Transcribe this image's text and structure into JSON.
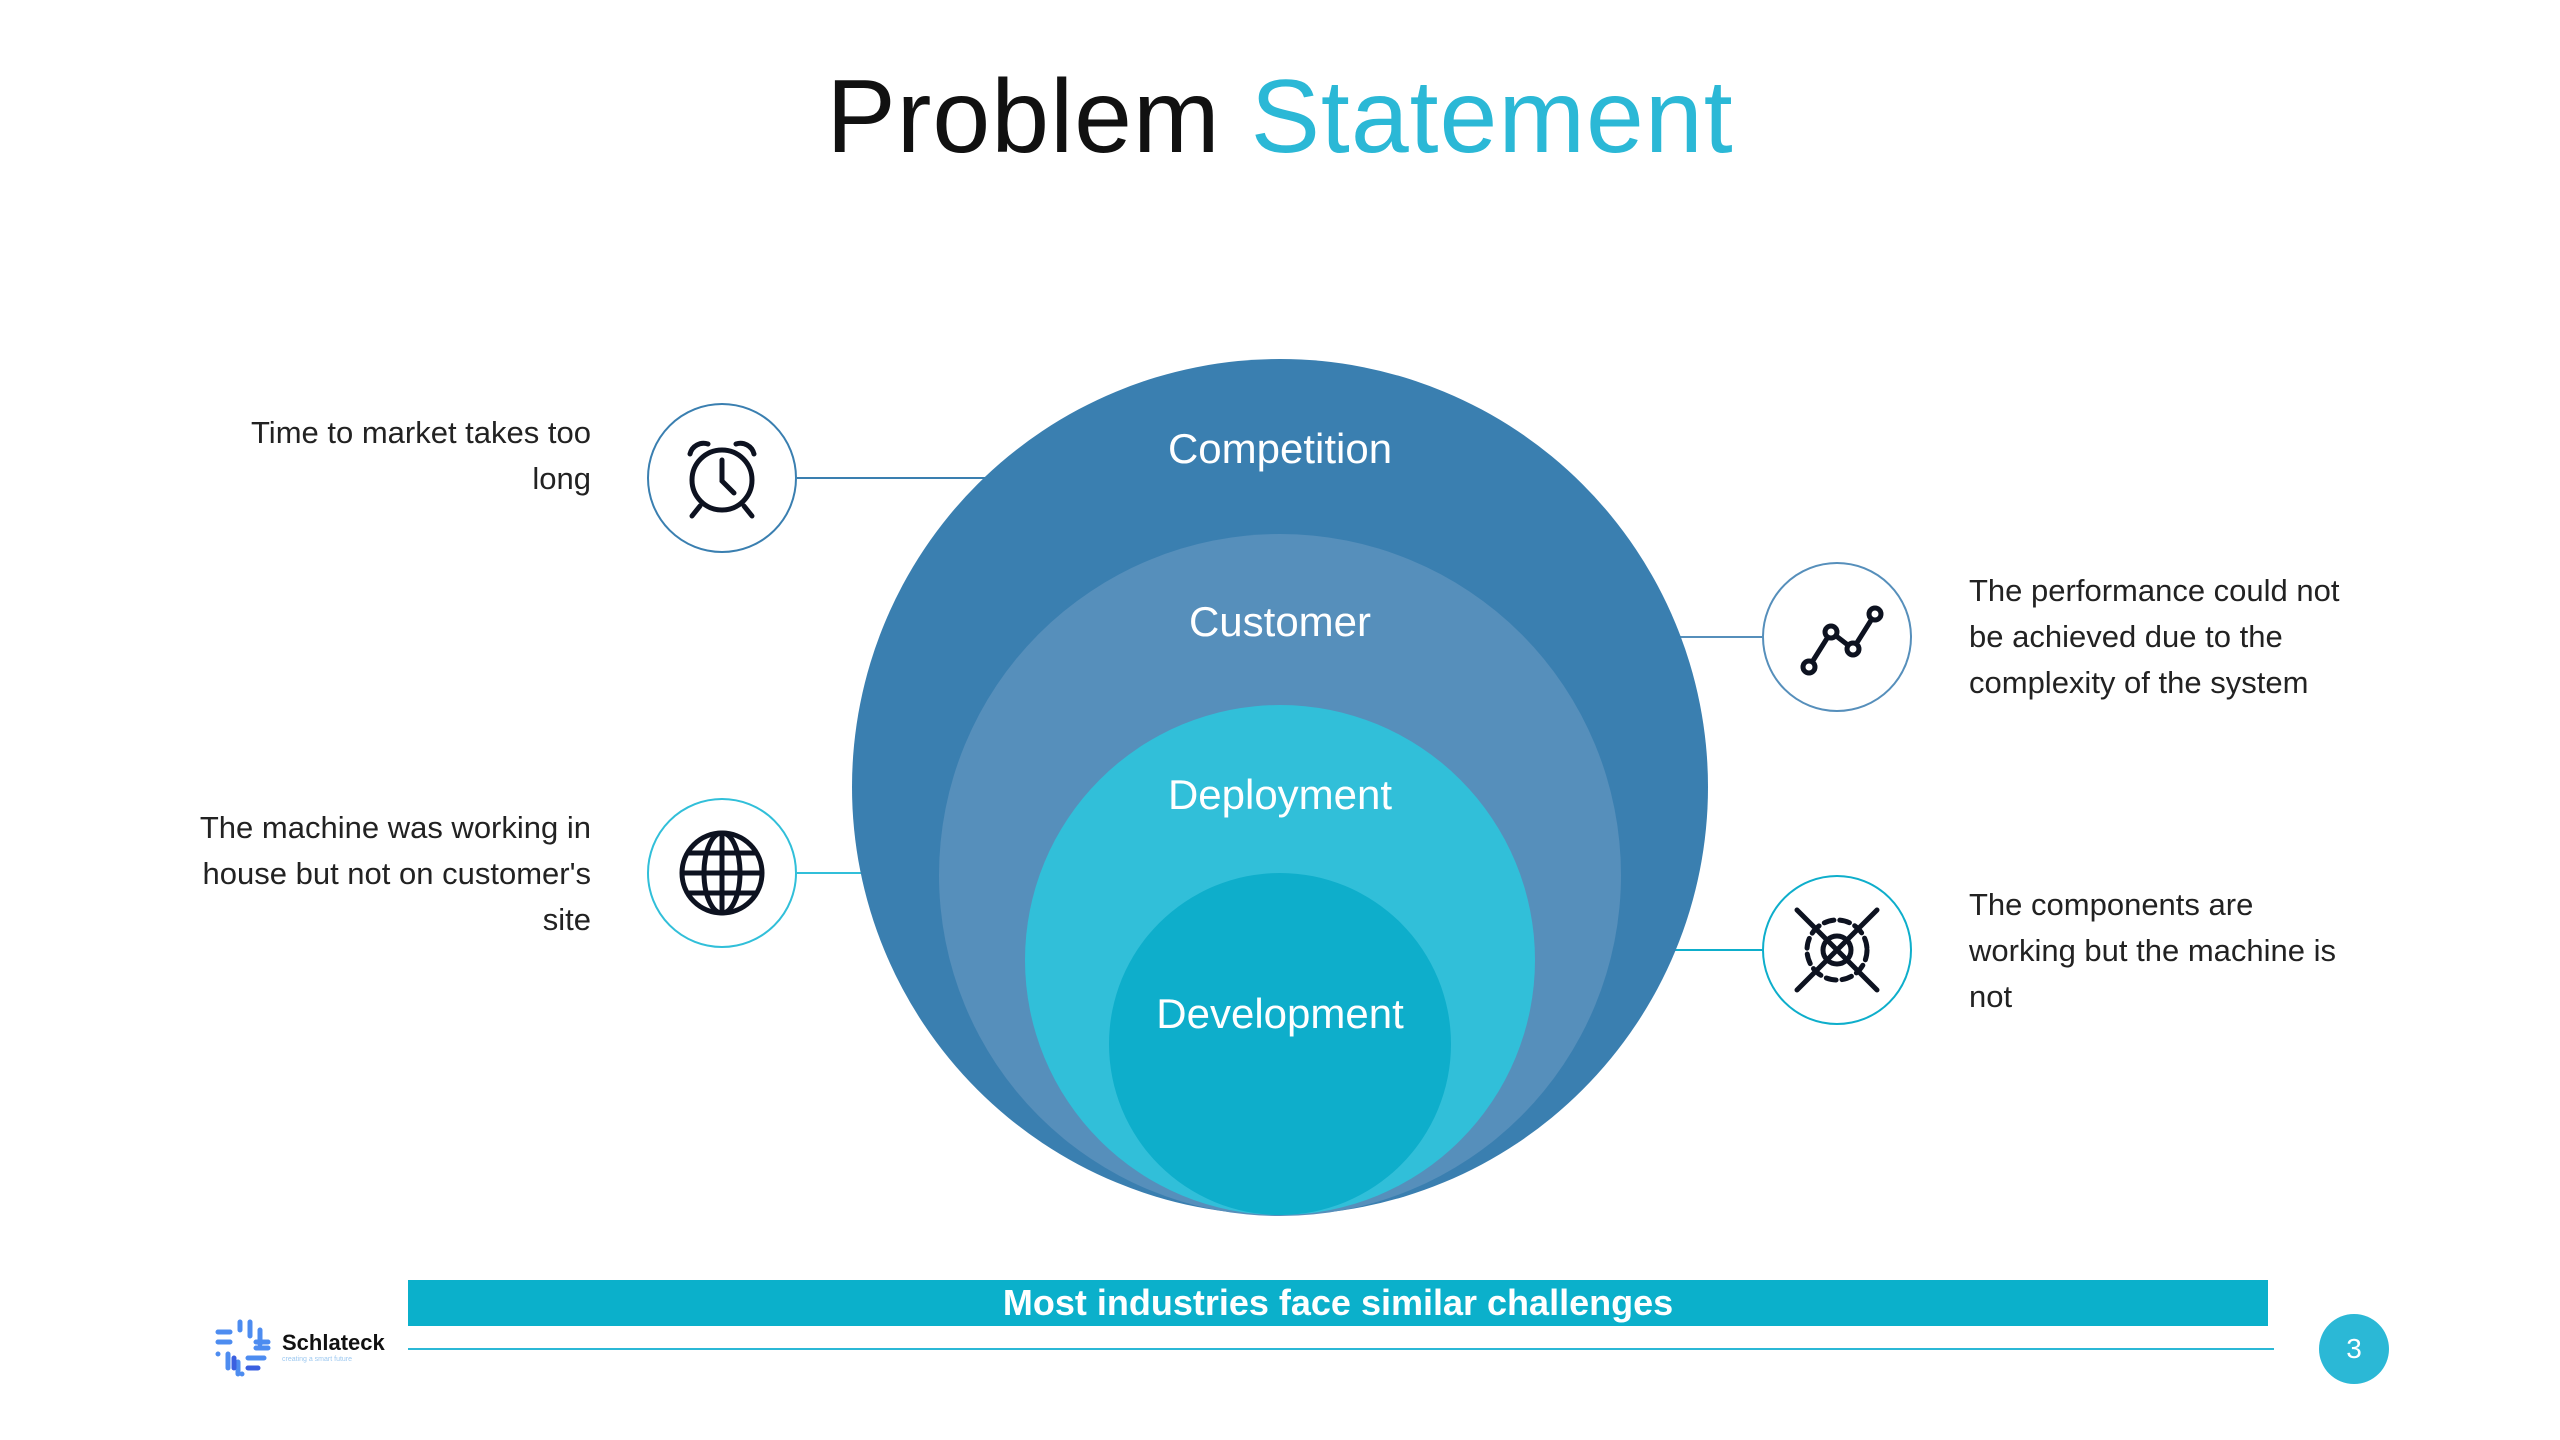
{
  "title": {
    "part1": "Problem",
    "part2": "Statement"
  },
  "diagram": {
    "layers": [
      {
        "label": "Competition",
        "color": "#3a7fb0"
      },
      {
        "label": "Customer",
        "color": "#568fbb"
      },
      {
        "label": "Deployment",
        "color": "#31bfd9"
      },
      {
        "label": "Development",
        "color": "#0eaecb"
      }
    ]
  },
  "callouts": [
    {
      "icon": "alarm-clock-icon",
      "lines": [
        "Time to market takes too",
        "long"
      ]
    },
    {
      "icon": "globe-icon",
      "lines": [
        "The machine was working in",
        "house but not on customer's",
        "site"
      ]
    },
    {
      "icon": "line-chart-icon",
      "lines": [
        "The performance could not",
        "be achieved due to the",
        "complexity of the system"
      ]
    },
    {
      "icon": "gear-crossed-icon",
      "lines": [
        "The components are",
        "working but the machine is",
        "not"
      ]
    }
  ],
  "banner": "Most industries face similar challenges",
  "logo": {
    "name": "Schlateck",
    "tagline": "creating a smart future"
  },
  "page_number": "3"
}
